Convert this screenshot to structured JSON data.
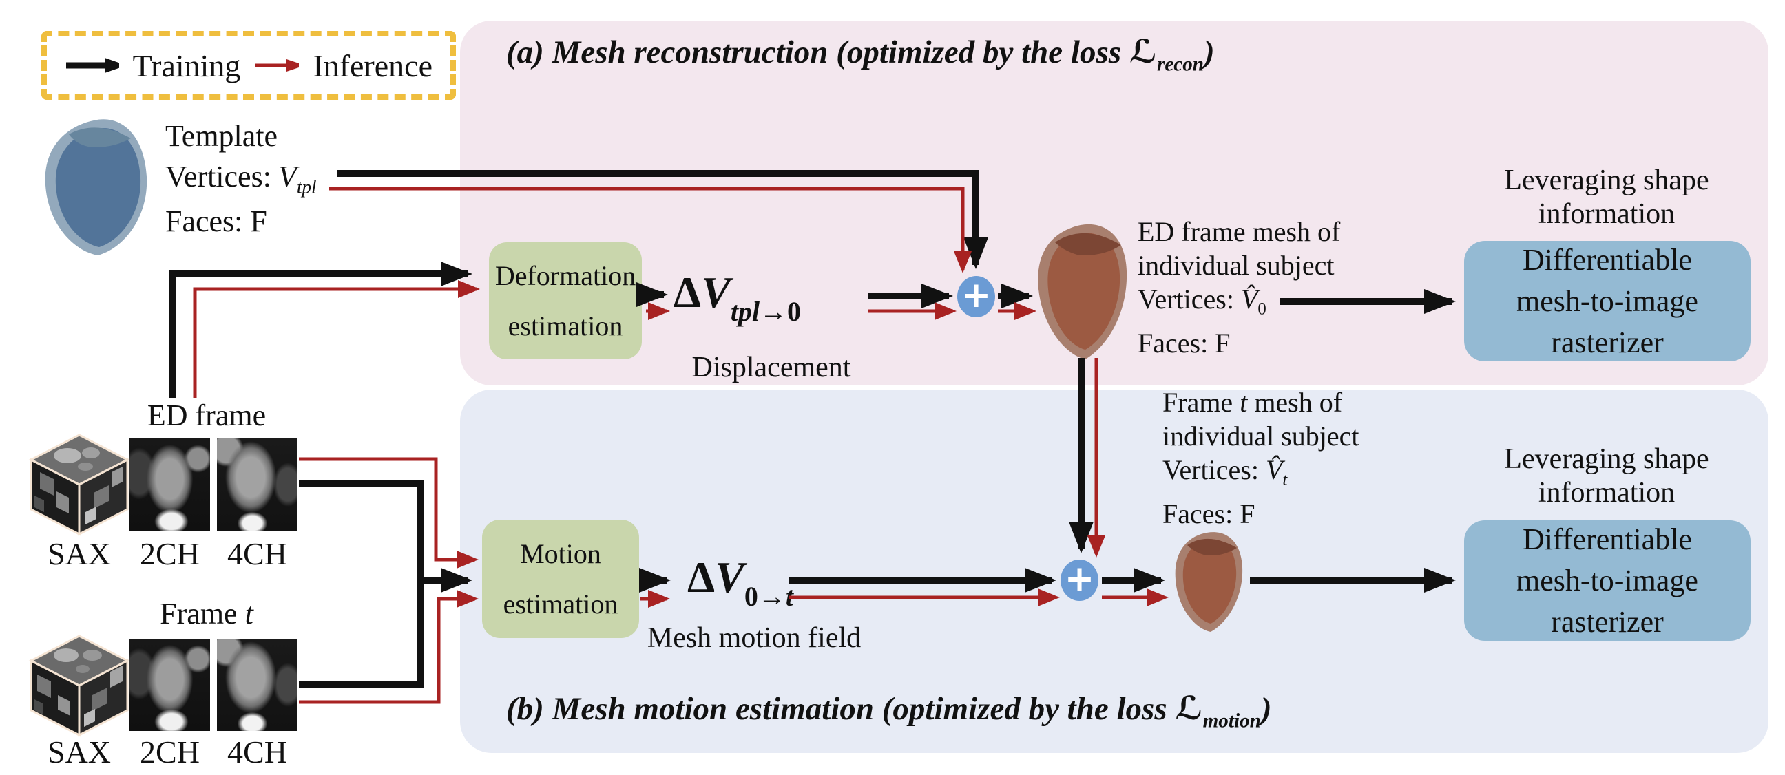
{
  "legend": {
    "training_label": "Training",
    "inference_label": "Inference"
  },
  "colors": {
    "panel_a_bg": "#f3e7ee",
    "panel_b_bg": "#e7ebf5",
    "green_box": "#c9d6ac",
    "blue_box": "#94bad3",
    "plus_circle": "#6b9bd4",
    "training_arrow": "#111111",
    "inference_arrow": "#a82222",
    "legend_border": "#efbe3e"
  },
  "template": {
    "title": "Template",
    "vertices_label": "Vertices:",
    "vertices_symbol": "V",
    "vertices_sub": "tpl",
    "faces": "Faces: F"
  },
  "inputs": {
    "ed": {
      "label": "ED frame",
      "sax": "SAX",
      "two_ch": "2CH",
      "four_ch": "4CH"
    },
    "frame_t": {
      "label_pre": "Frame ",
      "label_it": "t",
      "sax": "SAX",
      "two_ch": "2CH",
      "four_ch": "4CH"
    }
  },
  "panel_a": {
    "title_pre": "(a) Mesh reconstruction (optimized by the loss ",
    "loss_symbol": "ℒ",
    "loss_sub": "recon",
    "title_post": ")",
    "deformation_box": {
      "line1": "Deformation",
      "line2": "estimation"
    },
    "displacement": {
      "delta": "Δ",
      "v": "V",
      "sub_it": "tpl",
      "sub_post": "→0",
      "caption": "Displacement"
    },
    "ed_mesh": {
      "line1": "ED frame mesh of",
      "line2": "individual subject",
      "vertices_label": "Vertices:",
      "vertices_symbol": "V̂",
      "vertices_sub": "0",
      "faces": "Faces: F"
    },
    "rasterizer": {
      "note_line1": "Leveraging shape",
      "note_line2": "information",
      "line1": "Differentiable",
      "line2": "mesh-to-image",
      "line3": "rasterizer"
    }
  },
  "panel_b": {
    "title_pre": "(b) Mesh motion estimation (optimized by the loss ",
    "loss_symbol": "ℒ",
    "loss_sub": "motion",
    "title_post": ")",
    "motion_box": {
      "line1": "Motion",
      "line2": "estimation"
    },
    "motion_field": {
      "delta": "Δ",
      "v": "V",
      "sub_pre": "0→",
      "sub_it": "t",
      "caption": "Mesh motion field"
    },
    "frame_t_mesh": {
      "line1_pre": "Frame ",
      "line1_it": "t",
      "line1_post": " mesh of",
      "line2": "individual subject",
      "vertices_label": "Vertices:",
      "vertices_symbol": "V̂",
      "vertices_sub": "t",
      "faces": "Faces: F"
    },
    "rasterizer": {
      "note_line1": "Leveraging shape",
      "note_line2": "information",
      "line1": "Differentiable",
      "line2": "mesh-to-image",
      "line3": "rasterizer"
    }
  },
  "plus_symbol": "+"
}
